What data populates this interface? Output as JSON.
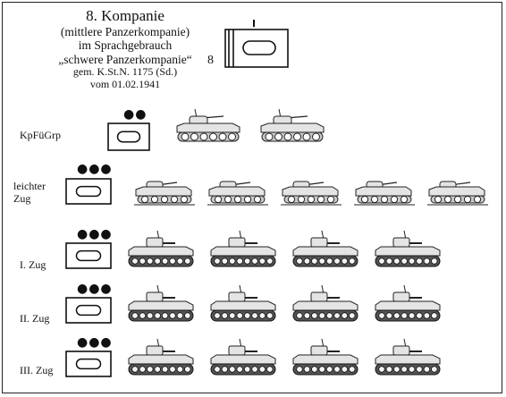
{
  "title": {
    "line1": "8. Kompanie",
    "line2": "(mittlere Panzerkompanie)",
    "line3": "im Sprachgebrauch",
    "line4": "„schwere Panzerkompanie“",
    "line5": "gem. K.St.N. 1175 (Sd.)",
    "line6": "vom 01.02.1941"
  },
  "unit_number": "8",
  "rows": [
    {
      "label": "KpFüGrp",
      "dots": "●●",
      "tank_type": "panzer-iii",
      "tank_count": 2
    },
    {
      "label": "leichter Zug",
      "dots": "●●●",
      "tank_type": "panzer-ii",
      "tank_count": 5
    },
    {
      "label": "I. Zug",
      "dots": "●●●",
      "tank_type": "panzer-iv",
      "tank_count": 4
    },
    {
      "label": "II. Zug",
      "dots": "●●●",
      "tank_type": "panzer-iv",
      "tank_count": 4
    },
    {
      "label": "III. Zug",
      "dots": "●●●",
      "tank_type": "panzer-iv",
      "tank_count": 4
    }
  ]
}
